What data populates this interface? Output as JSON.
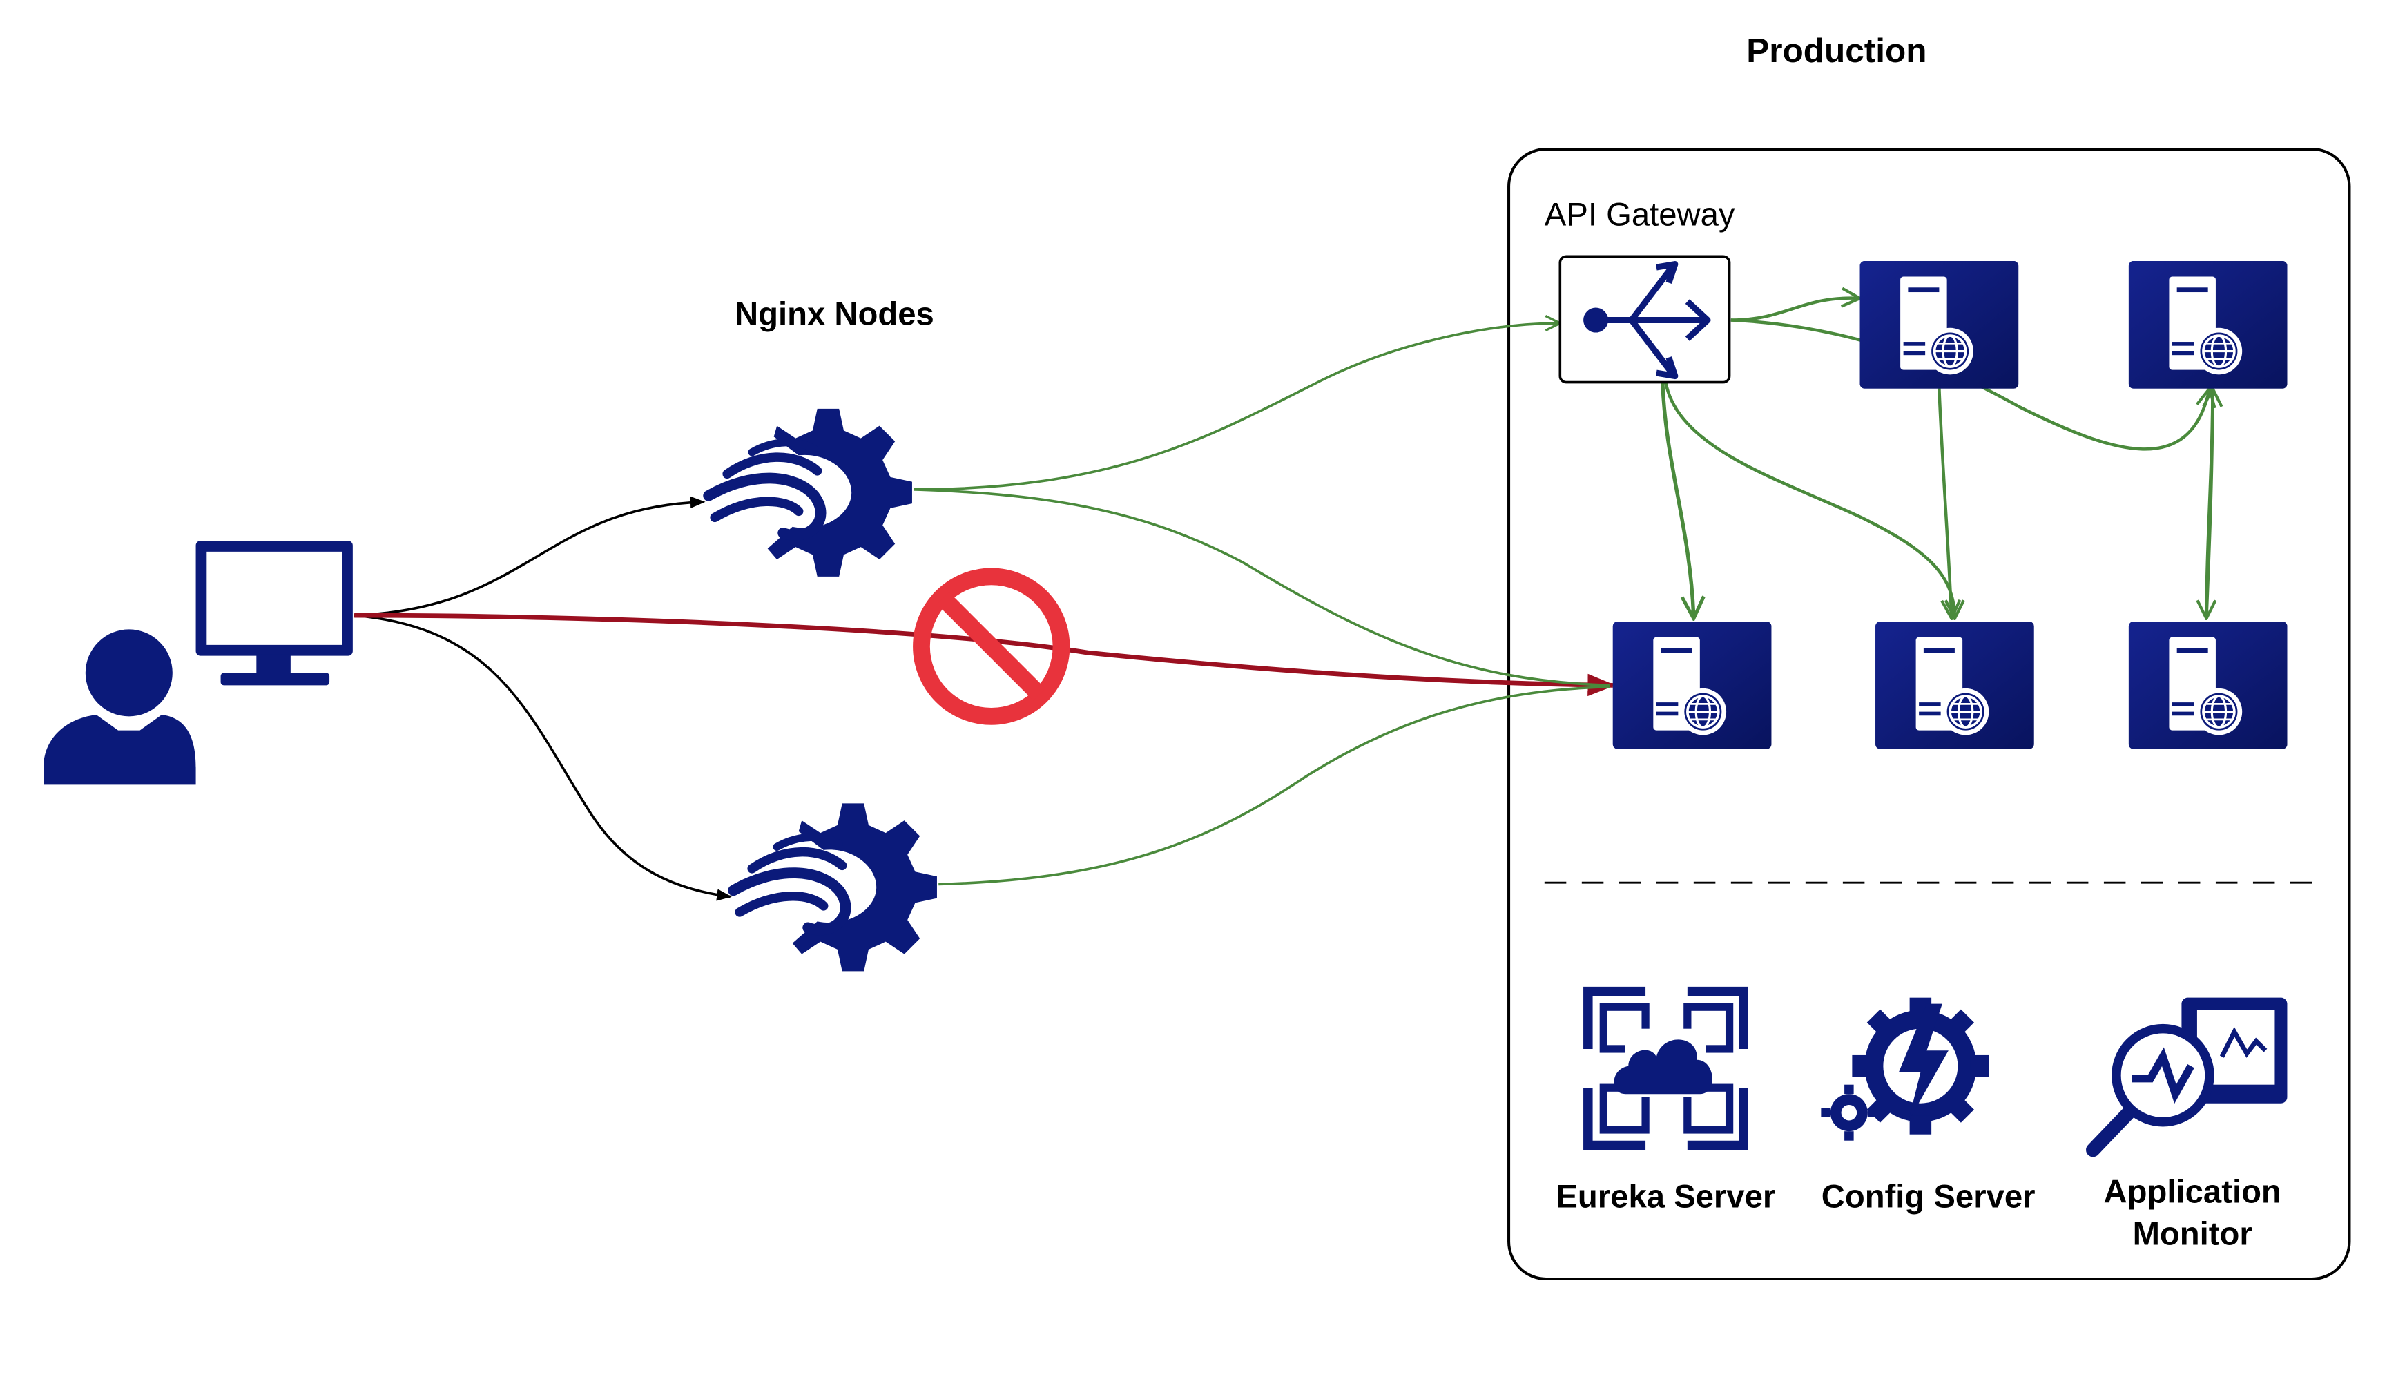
{
  "diagram": {
    "production_title": "Production",
    "nginx_title": "Nginx Nodes",
    "api_gateway_label": "API Gateway",
    "services": {
      "eureka": "Eureka Server",
      "config": "Config Server",
      "monitor_line1": "Application",
      "monitor_line2": "Monitor"
    },
    "colors": {
      "navy": "#0b1a7a",
      "allowed_flow": "#4a8a3c",
      "blocked_flow": "#9b1020",
      "forbidden_sign": "#e8333c",
      "client_flow": "#000000"
    },
    "icons": {
      "client": "user-icon",
      "workstation": "monitor-icon",
      "nginx": "nginx-gear-icon",
      "gateway": "api-gateway-icon",
      "microservice": "web-server-icon",
      "blocked": "forbidden-icon",
      "eureka": "eureka-cloud-icon",
      "config": "config-gear-icon",
      "monitor": "monitor-analytics-icon"
    }
  }
}
